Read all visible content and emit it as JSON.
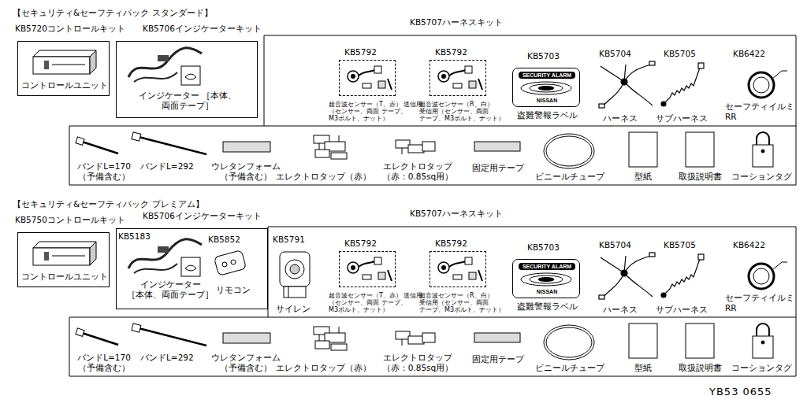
{
  "diagram": {
    "nodes": [
      {
        "text": [
          "KB5720コントロールキット",
          "コントロールユニット"
        ]
      },
      {
        "text": [
          "KB5706インジケーターキット",
          "インジケーター ［本体、両面テープ］"
        ]
      },
      {
        "text": [
          "KB5707ハーネスキット"
        ]
      },
      {
        "text": [
          "KB5792",
          "超音波センサー（T、赤） 送信用（センサー、両面 テープ、M3ボルト、ナット）"
        ],
        "in": 2
      },
      {
        "text": [
          "KB5792",
          "超音波センサー（R、白） 受信用（センサー、両面 テープ、M3ボルト、ナット）"
        ],
        "in": 2
      },
      {
        "text": [
          "KB5703",
          "SECURITY ALARM",
          "NISSAN",
          "盗難警報ラベル"
        ],
        "in": 2
      },
      {
        "text": [
          "KB5750コントロールキット",
          "コントロールユニット"
        ]
      },
      {
        "text": [
          "KB5706インジケーターキット",
          "インジケーター ［本体、両面テープ］"
        ]
      },
      {
        "text": [
          "KB5707ハーネスキット"
        ]
      },
      {
        "text": [
          "KB5792",
          "超音波センサー（T、赤） 送信用（センサー、両面 テープ、M3ボルト、ナット）"
        ],
        "in": 8
      },
      {
        "text": [
          "KB5792",
          "超音波センサー（R、白） 受信用（センサー、両面 テープ、M3ボルト、ナット）"
        ],
        "in": 8
      },
      {
        "text": [
          "KB5703",
          "SECURITY ALARM",
          "NISSAN",
          "盗難警報ラベル"
        ],
        "in": 8
      }
    ],
    "labels": [
      "【セキュリティ&セーフティパック スタンダード】",
      "KB5704",
      "ハーネス",
      "KB5705",
      "サブハーネス",
      "KB6422",
      "セーフティイルミ RR",
      "バンドL=170 （予備含む）",
      "バンドL=292",
      "ウレタンフォーム （予備含む）",
      "エレクトロタップ（赤）",
      "エレクトロタップ （赤：0.85sq用）",
      "固定用テープ",
      "ビニールチューブ",
      "型紙",
      "取扱説明書",
      "コーションタグ",
      "【セキュリティ&セーフティパック プレミアム】",
      "KB5183",
      "KB5852",
      "リモコン",
      "KB5791",
      "サイレン",
      "KB5704",
      "ハーネス",
      "KB5705",
      "サブハーネス",
      "KB6422",
      "セーフティイルミ RR",
      "バンドL=170 （予備含む）",
      "バンドL=292",
      "ウレタンフォーム （予備含む）",
      "エレクトロタップ（赤）",
      "エレクトロタップ （赤：0.85sq用）",
      "固定用テープ",
      "ビニールチューブ",
      "型紙",
      "取扱説明書",
      "コーションタグ",
      "YB53 0655"
    ]
  }
}
